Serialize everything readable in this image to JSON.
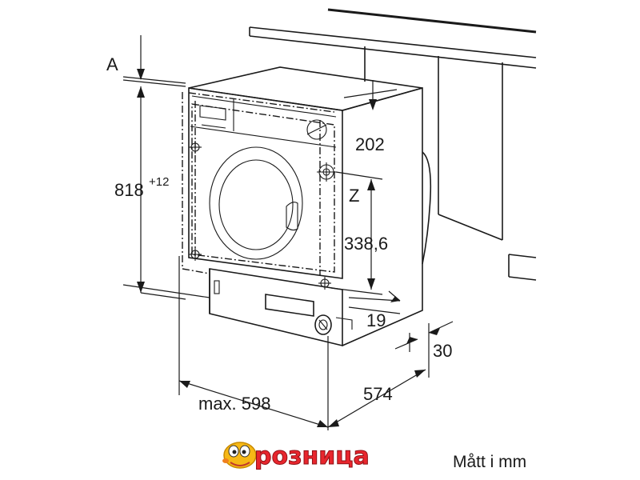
{
  "dimensions": {
    "a_label": "A",
    "height_main": "818",
    "height_tol": "+12",
    "d202": "202",
    "z_label": "Z",
    "d338": "338,6",
    "d19": "19",
    "d30": "30",
    "max598": "max. 598",
    "d574": "574"
  },
  "logo": {
    "text": "розница",
    "color": "#e8262d",
    "mascot_color": "#f6b816"
  },
  "units_note": "Mått i mm"
}
